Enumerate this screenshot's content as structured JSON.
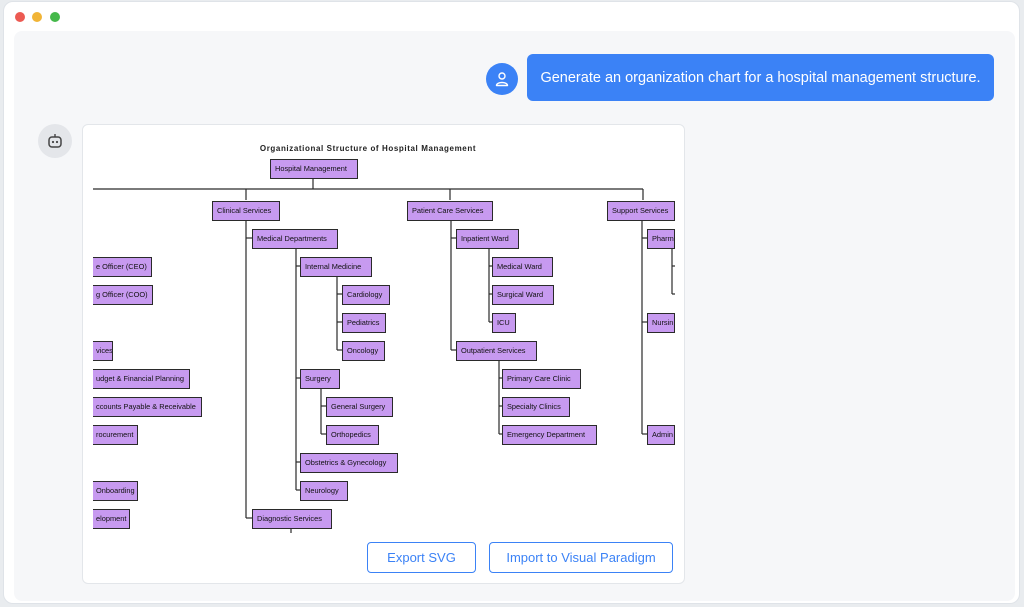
{
  "user_message": "Generate an organization chart for a hospital management structure.",
  "chart": {
    "title": "Organizational Structure of Hospital Management",
    "nodes": {
      "root": "Hospital Management",
      "clinical": "Clinical Services",
      "patient_care": "Patient Care Services",
      "support": "Support Services",
      "ceo": "e Officer (CEO)",
      "coo": "g Officer (COO)",
      "vices": "vices",
      "budget": "udget & Financial Planning",
      "accounts": "ccounts Payable & Receivable",
      "procurement": "rocurement",
      "onboarding": "Onboarding",
      "development": "elopment",
      "medical_depts": "Medical Departments",
      "internal_medicine": "Internal Medicine",
      "cardiology": "Cardiology",
      "pediatrics": "Pediatrics",
      "oncology": "Oncology",
      "surgery": "Surgery",
      "general_surgery": "General Surgery",
      "orthopedics": "Orthopedics",
      "obgyn": "Obstetrics & Gynecology",
      "neurology": "Neurology",
      "diagnostic": "Diagnostic Services",
      "inpatient": "Inpatient Ward",
      "medical_ward": "Medical Ward",
      "surgical_ward": "Surgical Ward",
      "icu": "ICU",
      "outpatient": "Outpatient Services",
      "primary_care": "Primary Care Clinic",
      "specialty": "Specialty Clinics",
      "emergency": "Emergency Department",
      "pharm": "Pharm",
      "nursin": "Nursin",
      "admin": "Admin"
    }
  },
  "buttons": {
    "export": "Export SVG",
    "import": "Import to Visual Paradigm"
  }
}
